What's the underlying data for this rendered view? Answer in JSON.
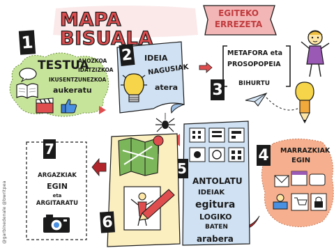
{
  "title": {
    "main": "MAPA BISUALA",
    "sub_line1": "EGITEKO",
    "sub_line2": "ERREZETA"
  },
  "steps": [
    {
      "number": "1",
      "big_word": "TESTUA",
      "lines": [
        "AHOZKOA",
        "IDATZIZKOA",
        "IKUSENTZUNEZKOA"
      ],
      "verb": "aukeratu"
    },
    {
      "number": "2",
      "line1": "IDEIA",
      "line2": "NAGUSIAK",
      "line3": "atera"
    },
    {
      "number": "3",
      "line1": "METAFORA eta",
      "line2": "PROSOPOPEIA",
      "line3": "BIHURTU"
    },
    {
      "number": "4",
      "line1": "MARRAZKIAK",
      "line2": "EGIN"
    },
    {
      "number": "5",
      "lines": [
        "ANTOLATU",
        "IDEIAK",
        "egitura",
        "LOGIKO",
        "BATEN",
        "arabera"
      ]
    },
    {
      "number": "6"
    },
    {
      "number": "7",
      "lines": [
        "ARGAZKIAK",
        "EGIN",
        "eta",
        "ARGITARATU"
      ]
    }
  ],
  "credit": "@garbinedenale @bwritpea",
  "colors": {
    "title_red": "#e04d4f",
    "ribbon_pink": "#f3b6b6",
    "green_cloud": "#c7e59a",
    "blue_paper": "#cfe1f3",
    "orange_blob": "#f7b08f",
    "cream_map": "#fbeebf",
    "dark_red_arrow": "#b2262b",
    "ink": "#1a1a1a"
  },
  "icons": [
    "book-icon",
    "speech-bubble-icon",
    "clapperboard-icon",
    "thumbs-up-icon",
    "lightbulb-icon",
    "paper-plane-icon",
    "spider-icon",
    "character-icon",
    "folded-map-icon",
    "pin-icon",
    "pencil-icon",
    "camera-icon",
    "envelope-icon",
    "cart-icon",
    "lock-icon"
  ]
}
